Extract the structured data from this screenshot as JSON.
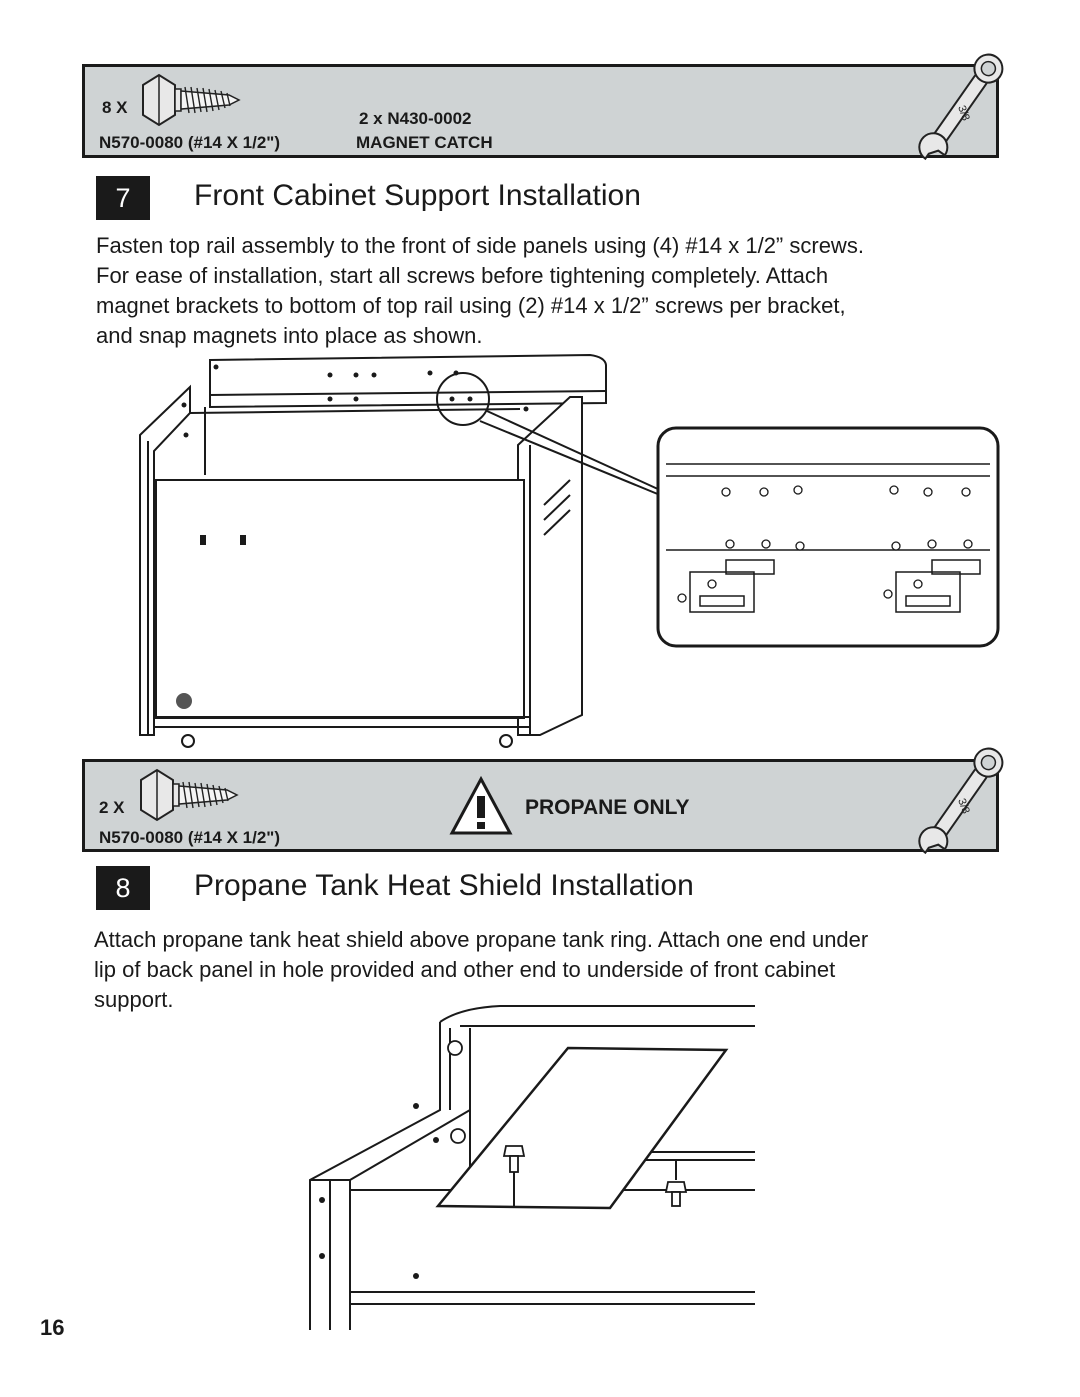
{
  "hardware_top": {
    "screw_qty": "8 X",
    "screw_part": "N570-0080 (#14 X 1/2\")",
    "catch_qty": "2 x N430-0002",
    "catch_name": "MAGNET CATCH",
    "wrench_size": "3/8"
  },
  "step7": {
    "number": "7",
    "title": "Front Cabinet Support Installation",
    "lines": [
      "Fasten top rail assembly to the front of side panels using (4) #14 x 1/2” screws.",
      "For ease of installation, start all screws before tightening completely.  Attach",
      "magnet brackets to bottom of top rail using (2) #14 x 1/2” screws per bracket,",
      "and snap magnets into place as shown."
    ]
  },
  "hardware_mid": {
    "screw_qty": "2 X",
    "screw_part": "N570-0080 (#14 X 1/2\")",
    "warning": "PROPANE  ONLY",
    "wrench_size": "3/8"
  },
  "step8": {
    "number": "8",
    "title": "Propane Tank Heat Shield Installation",
    "lines": [
      "Attach propane tank heat shield above propane tank ring.  Attach one end under",
      "lip of back panel in hole provided and other end to underside of front cabinet",
      "support."
    ]
  },
  "page_number": "16",
  "icons": {
    "screw": "hex-head-screw-icon",
    "wrench": "wrench-icon",
    "warning": "warning-triangle-icon"
  }
}
